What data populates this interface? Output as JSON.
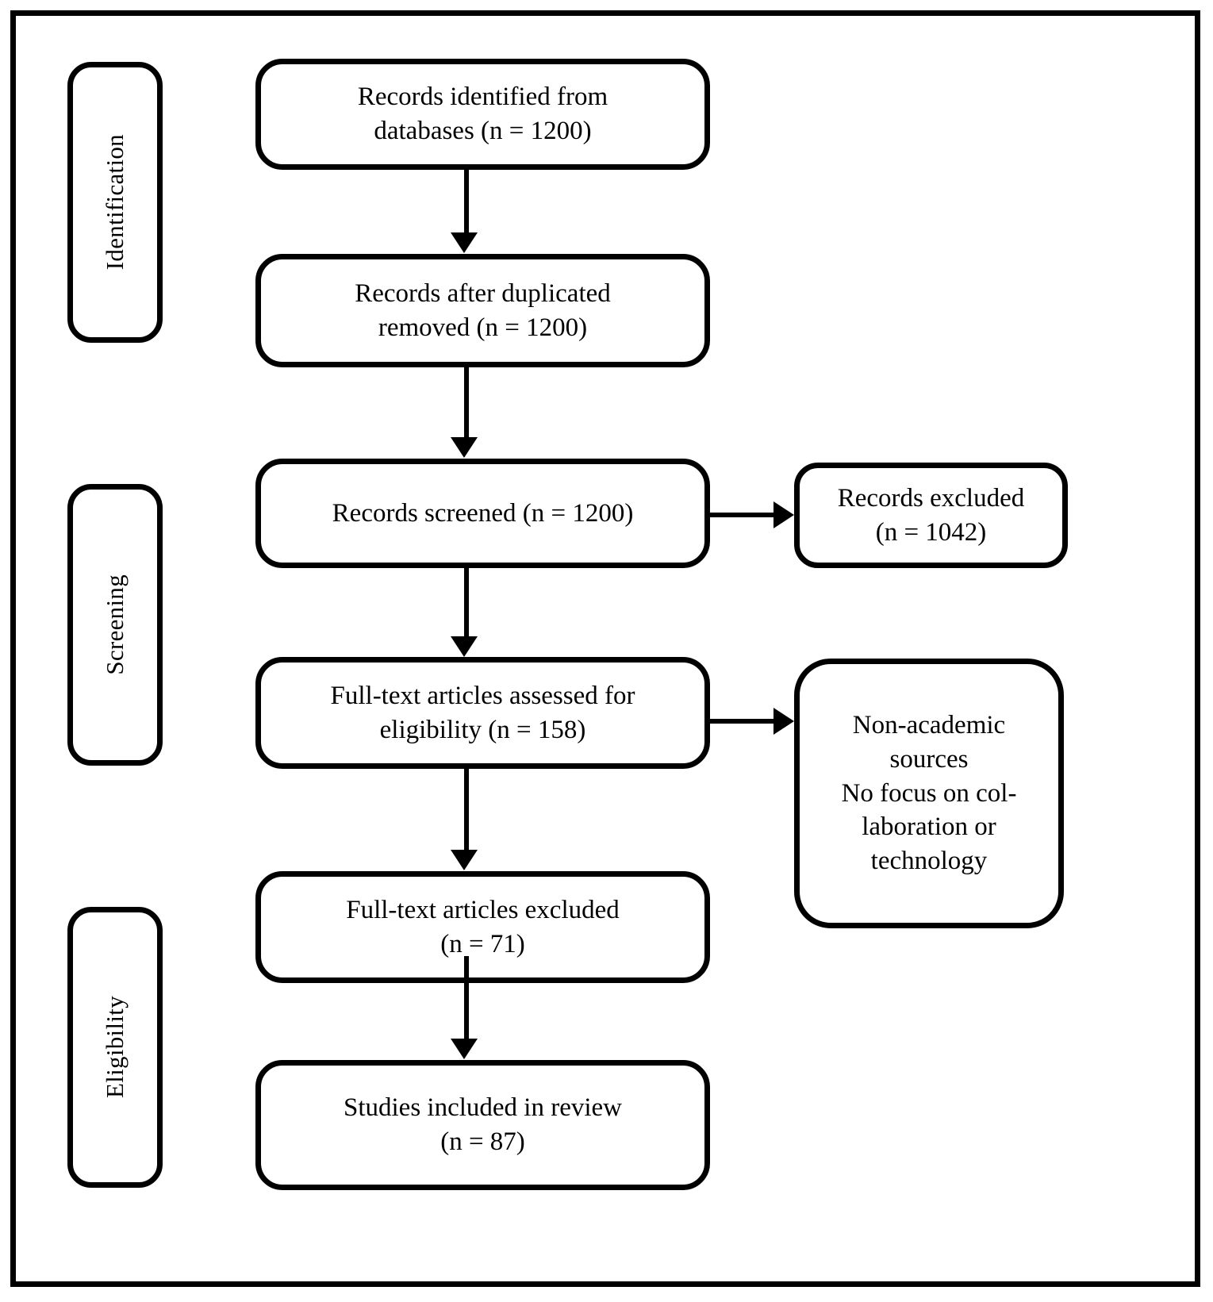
{
  "diagram": {
    "type": "prisma-flow-diagram",
    "title": "PRISMA Flow Diagram",
    "frame_color": "#000000",
    "background_color": "#ffffff",
    "text_color": "#000000"
  },
  "stages": [
    {
      "id": "identification",
      "label": "Identification"
    },
    {
      "id": "screening",
      "label": "Screening"
    },
    {
      "id": "eligibility",
      "label": "Eligibility"
    }
  ],
  "nodes": {
    "records_identified": {
      "id": "records-identified",
      "line1": "Records identified from",
      "line2": "databases (n = 1200)",
      "text": "Records identified from\ndatabases (n = 1200)",
      "count": 1200
    },
    "records_after_duplicates": {
      "id": "records-after-duplicates-removed",
      "line1": "Records after duplicated",
      "line2": "removed (n = 1200)",
      "text": "Records after duplicated\nremoved (n = 1200)",
      "count": 1200
    },
    "records_screened": {
      "id": "records-screened",
      "line1": "Records screened (n = 1200)",
      "text": "Records screened (n = 1200)",
      "count": 1200
    },
    "records_excluded": {
      "id": "records-excluded",
      "line1": "Records excluded",
      "line2": "(n = 1042)",
      "text": "Records excluded\n(n = 1042)",
      "count": 1042
    },
    "fulltext_assessed": {
      "id": "full-text-articles-assessed-for-eligibility",
      "line1": "Full-text articles assessed for",
      "line2": "eligibility (n = 158)",
      "text": "Full-text articles assessed for\neligibility (n = 158)",
      "count": 158
    },
    "exclusion_reasons": {
      "id": "exclusion-reasons",
      "line1": "Non-academic",
      "line2": "sources",
      "line3": "No focus on col-",
      "line4": "laboration or",
      "line5": "technology",
      "text": "Non-academic\nsources\nNo focus on col-\nlaboration or\ntechnology"
    },
    "fulltext_excluded": {
      "id": "full-text-articles-excluded",
      "line1": "Full-text articles excluded",
      "line2": "(n = 71)",
      "text": "Full-text articles excluded\n(n = 71)",
      "count": 71
    },
    "studies_included": {
      "id": "studies-included-in-review",
      "line1": "Studies included in review",
      "line2": "(n = 87)",
      "text": "Studies included in review\n(n = 87)",
      "count": 87
    }
  },
  "connectors": [
    {
      "id": "identified-to-dedup",
      "from": "records_identified",
      "to": "records_after_duplicates",
      "direction": "down"
    },
    {
      "id": "dedup-to-screened",
      "from": "records_after_duplicates",
      "to": "records_screened",
      "direction": "down"
    },
    {
      "id": "screened-to-excluded",
      "from": "records_screened",
      "to": "records_excluded",
      "direction": "right"
    },
    {
      "id": "screened-to-fulltext",
      "from": "records_screened",
      "to": "fulltext_assessed",
      "direction": "down"
    },
    {
      "id": "fulltext-to-reasons",
      "from": "fulltext_assessed",
      "to": "exclusion_reasons",
      "direction": "right"
    },
    {
      "id": "fulltext-to-excluded",
      "from": "fulltext_assessed",
      "to": "fulltext_excluded",
      "direction": "down"
    },
    {
      "id": "excluded-to-included",
      "from": "fulltext_excluded",
      "to": "studies_included",
      "direction": "down"
    }
  ]
}
